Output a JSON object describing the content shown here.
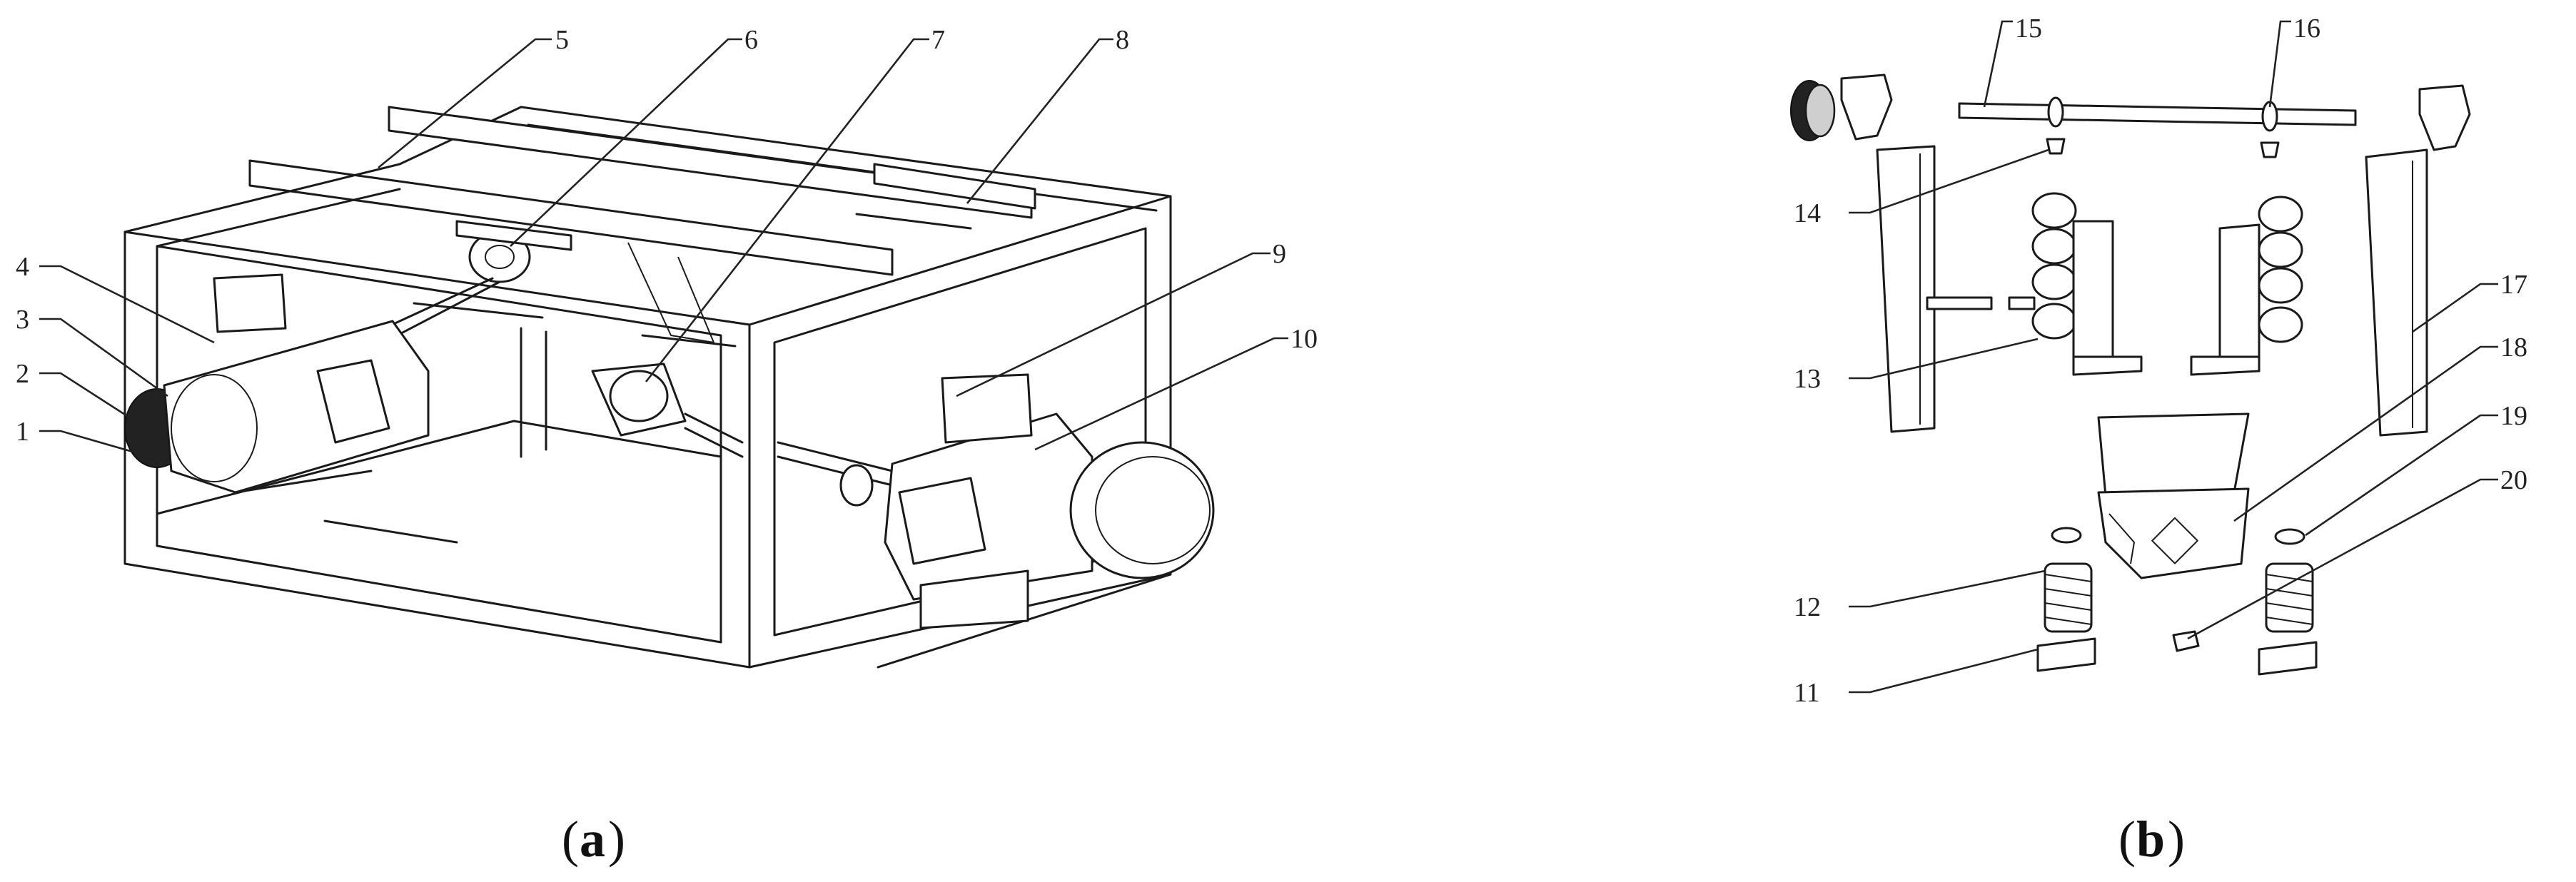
{
  "panel_a": {
    "caption": "a",
    "labels": [
      "1",
      "2",
      "3",
      "4",
      "5",
      "6",
      "7",
      "8",
      "9",
      "10"
    ]
  },
  "panel_b": {
    "caption": "b",
    "labels": [
      "11",
      "12",
      "13",
      "14",
      "15",
      "16",
      "17",
      "18",
      "19",
      "20"
    ]
  }
}
